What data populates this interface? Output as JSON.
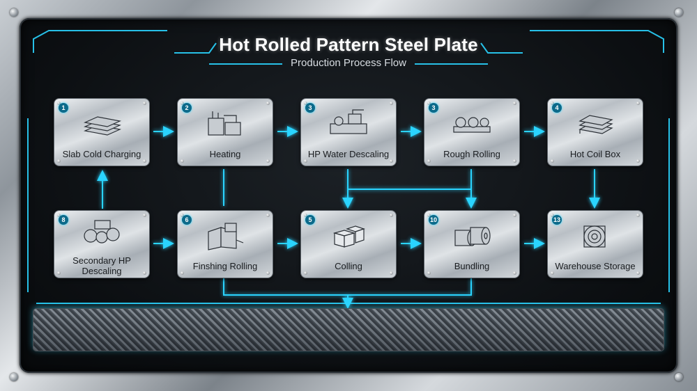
{
  "title": "Hot Rolled Pattern Steel Plate",
  "subtitle": "Production Process Flow",
  "colors": {
    "accent": "#2ad4ff",
    "panel": "#0c0f12",
    "frame": "#b4babf"
  },
  "steps": [
    {
      "badge": "1",
      "label": "Slab Cold Charging",
      "icon": "steel-slab-icon"
    },
    {
      "badge": "2",
      "label": "Heating",
      "icon": "furnace-icon"
    },
    {
      "badge": "3",
      "label": "HP Water Descaling",
      "icon": "descaling-machine-icon"
    },
    {
      "badge": "3",
      "label": "Rough Rolling",
      "icon": "rolling-mill-icon"
    },
    {
      "badge": "4",
      "label": "Hot Coil Box",
      "icon": "coil-box-icon"
    },
    {
      "badge": "8",
      "label": "Secondary HP Descaling",
      "icon": "descaling-rollers-icon"
    },
    {
      "badge": "6",
      "label": "Finshing Rolling",
      "icon": "finishing-mill-icon"
    },
    {
      "badge": "5",
      "label": "Colling",
      "icon": "cubes-icon"
    },
    {
      "badge": "10",
      "label": "Bundling",
      "icon": "coils-icon"
    },
    {
      "badge": "13",
      "label": "Warehouse Storage",
      "icon": "storage-coil-icon"
    }
  ]
}
